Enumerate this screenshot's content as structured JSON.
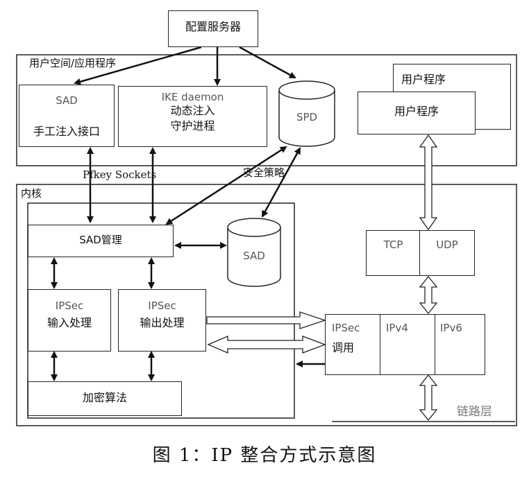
{
  "config_server": "配置服务器",
  "user_space": {
    "title": "用户空间/应用程序",
    "sad_box": {
      "line1": "SAD",
      "line2": "手工注入接口"
    },
    "ike_box": {
      "line1": "IKE daemon",
      "line2": "动态注入",
      "line3": "守护进程"
    },
    "spd_label": "SPD",
    "user_prog_back": "用户程序",
    "user_prog_front": "用户程序"
  },
  "pfkey_label": "Pfkey Sockets",
  "security_policy_label": "安全策略",
  "kernel": {
    "title": "内核",
    "sad_mgmt": "SAD管理",
    "sad_db_label": "SAD",
    "ipsec_in": {
      "line1": "IPSec",
      "line2": "输入处理"
    },
    "ipsec_out": {
      "line1": "IPSec",
      "line2": "输出处理"
    },
    "crypto": "加密算法",
    "tcp": "TCP",
    "udp": "UDP",
    "ip_stack": {
      "ipsec_line1": "IPSec",
      "ipsec_line2": "调用",
      "ipv4": "IPv4",
      "ipv6": "IPv6"
    },
    "link_layer": "链路层"
  },
  "caption": "图 1：IP 整合方式示意图"
}
